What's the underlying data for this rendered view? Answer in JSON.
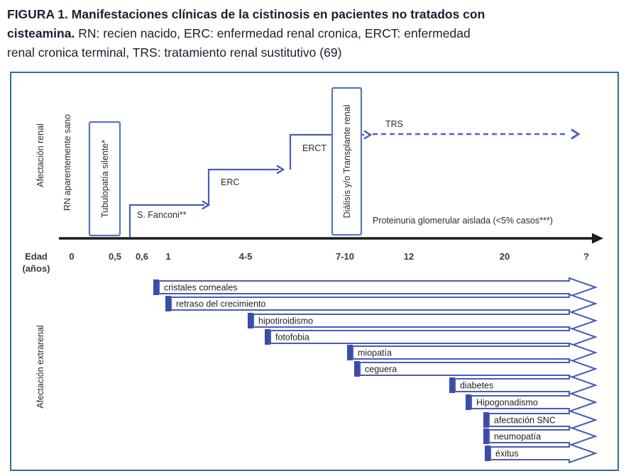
{
  "caption": {
    "lines": [
      {
        "bold": "FIGURA 1. Manifestaciones clínicas de la cistinosis en pacientes no tratados con",
        "regular": ""
      },
      {
        "bold": "cisteamina.",
        "regular": " RN: recien nacido, ERC: enfermedad renal cronica, ERCT: enfermedad"
      },
      {
        "bold": "",
        "regular": "renal cronica terminal, TRS: tratamiento renal sustitutivo (69)"
      }
    ]
  },
  "diagram": {
    "renal_section_label": "Afectación renal",
    "extrarenal_section_label": "Afectación extrarenal",
    "rn_label": "RN aparentemente sano",
    "tubulopatia_box_label": "Tubulopatía silente*",
    "fanconi_label": "S. Fanconi**",
    "erc_label": "ERC",
    "erct_label": "ERCT",
    "dialisis_box_label": "Diálisis y/o Transplante renal",
    "trs_label": "TRS",
    "proteinuria_label": "Proteinuria glomerular aislada (<5% casos***)",
    "axis": {
      "label_line1": "Edad",
      "label_line2": "(años)",
      "ticks": [
        "0",
        "0,5",
        "0,6",
        "1",
        "4-5",
        "7-10",
        "12",
        "20",
        "?"
      ]
    },
    "bars": [
      "cristales corneales",
      "retraso del crecimiento",
      "hipotiroidismo",
      "fotofobia",
      "miopatía",
      "ceguera",
      "diabetes",
      "Hipogonadismo",
      "afectación SNC",
      "neumopatía",
      "éxitus"
    ]
  },
  "colors": {
    "figure_border": "#2e6e96",
    "diagram_blue": "#4a5bb5",
    "block_blue": "#3b4da9",
    "axis_black": "#1c1c1c",
    "caption_text": "#1a2030"
  }
}
